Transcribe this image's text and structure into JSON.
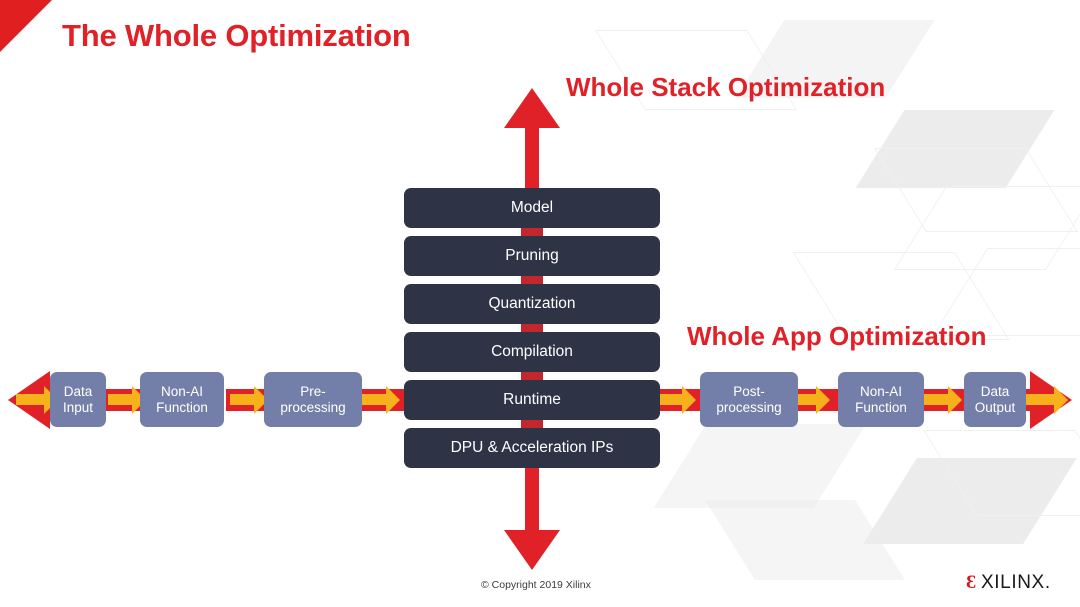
{
  "slide": {
    "title": "The Whole Optimization",
    "brand_red": "#e02228",
    "stack_box_color": "#2e3346",
    "flow_box_color": "#737fa8",
    "arrow_red": "#e02228",
    "arrow_yellow": "#f7b21b"
  },
  "headings": {
    "stack": "Whole Stack Optimization",
    "app": "Whole App Optimization"
  },
  "stack": {
    "items": [
      {
        "label": "Model"
      },
      {
        "label": "Pruning"
      },
      {
        "label": "Quantization"
      },
      {
        "label": "Compilation"
      },
      {
        "label": "Runtime"
      },
      {
        "label": "DPU & Acceleration IPs"
      }
    ]
  },
  "pipeline": {
    "left": [
      {
        "line1": "Data",
        "line2": "Input"
      },
      {
        "line1": "Non-AI",
        "line2": "Function"
      },
      {
        "line1": "Pre-",
        "line2": "processing"
      }
    ],
    "right": [
      {
        "line1": "Post-",
        "line2": "processing"
      },
      {
        "line1": "Non-AI",
        "line2": "Function"
      },
      {
        "line1": "Data",
        "line2": "Output"
      }
    ]
  },
  "footer": {
    "copyright": "© Copyright 2019 Xilinx",
    "logo_mark": "Ɛ",
    "logo_word": "XILINX."
  }
}
